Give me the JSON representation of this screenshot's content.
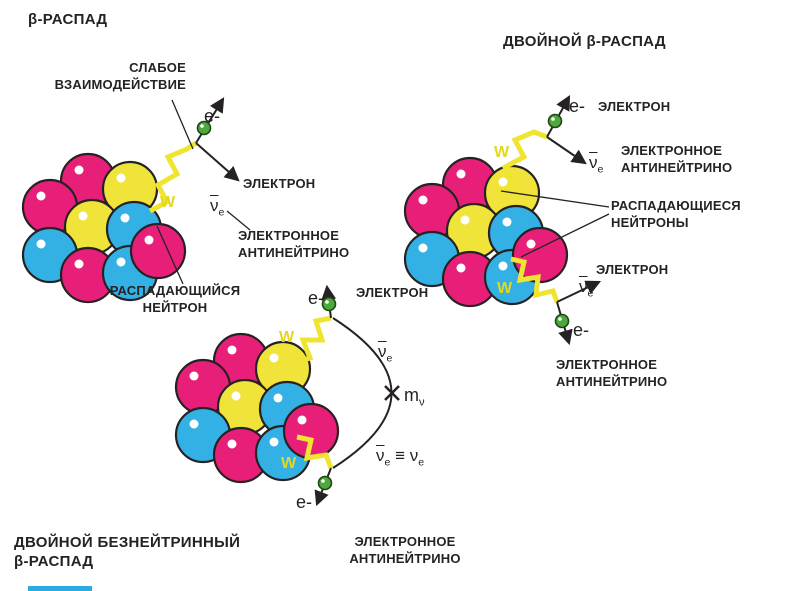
{
  "titles": {
    "beta": "β-РАСПАД",
    "double_beta": "ДВОЙНОЙ β-РАСПАД",
    "neutrinoless": "ДВОЙНОЙ БЕЗНЕЙТРИННЫЙ\nβ-РАСПАД"
  },
  "labels": {
    "weak_interaction": "СЛАБОЕ\nВЗАИМОДЕЙСТВИЕ",
    "electron": "ЭЛЕКТРОН",
    "electron_antineutrino": "ЭЛЕКТРОННОЕ\nАНТИНЕЙТРИНО",
    "decaying_neutron": "РАСПАДАЮЩИЙСЯ\nНЕЙТРОН",
    "decaying_neutrons": "РАСПАДАЮЩИЕСЯ\nНЕЙТРОНЫ",
    "e_minus": "e-",
    "w_boson": "W"
  },
  "symbols": {
    "nu": "ν",
    "e_sub": "e",
    "m": "m",
    "nu_sub": "ν",
    "equiv": "≡"
  },
  "colors": {
    "proton_pink": "#e81f78",
    "nucleon_cyan": "#33b1e4",
    "nucleon_yellow": "#f0e43a",
    "w_line_yellow": "#efe42f",
    "electron_green": "#4fa83d",
    "text_dark": "#262223"
  }
}
